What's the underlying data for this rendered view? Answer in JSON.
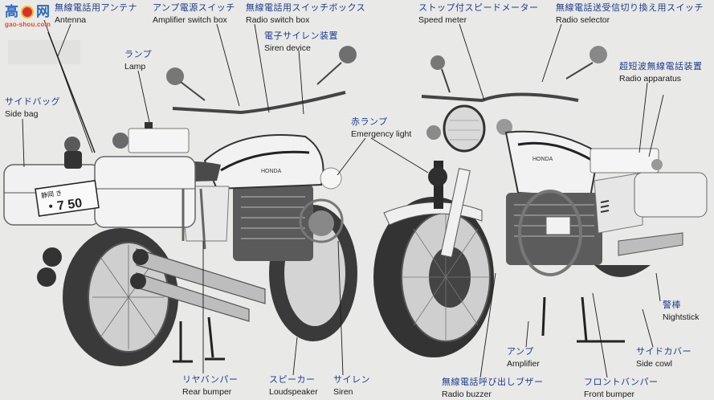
{
  "watermark": {
    "char1": "高",
    "char2": "网",
    "url": "gao-shou.com"
  },
  "diagram": {
    "subject": "Honda police motorcycle (rear 3/4 view and front 3/4 view)",
    "plate": {
      "top": "静岡 き",
      "number": "・7 50"
    },
    "tank_brand": "HONDA",
    "colors": {
      "label_jp": "#1d3c8c",
      "label_en": "#1a1a1a",
      "background": "#e9e9e7"
    }
  },
  "labels": [
    {
      "id": "antenna",
      "jp": "無線電話用アンテナ",
      "en": "Antenna"
    },
    {
      "id": "amplifier-switch-box",
      "jp": "アンプ電源スイッチ",
      "en": "Amplifier switch box"
    },
    {
      "id": "radio-switch-box",
      "jp": "無線電話用スイッチボックス",
      "en": "Radio switch box"
    },
    {
      "id": "siren-device",
      "jp": "電子サイレン装置",
      "en": "Siren device"
    },
    {
      "id": "lamp",
      "jp": "ランプ",
      "en": "Lamp"
    },
    {
      "id": "side-bag",
      "jp": "サイドバッグ",
      "en": "Side bag"
    },
    {
      "id": "emergency-light",
      "jp": "赤ランプ",
      "en": "Emergency light"
    },
    {
      "id": "speed-meter",
      "jp": "ストップ付スピードメーター",
      "en": "Speed meter"
    },
    {
      "id": "radio-selector",
      "jp": "無線電話送受信切り換え用スイッチ",
      "en": "Radio selector"
    },
    {
      "id": "radio-apparatus",
      "jp": "超短波無線電話装置",
      "en": "Radio apparatus"
    },
    {
      "id": "nightstick",
      "jp": "警棒",
      "en": "Nightstick"
    },
    {
      "id": "side-cowl",
      "jp": "サイドカバー",
      "en": "Side cowl"
    },
    {
      "id": "amplifier",
      "jp": "アンプ",
      "en": "Amplifier"
    },
    {
      "id": "front-bumper",
      "jp": "フロントバンパー",
      "en": "Front bumper"
    },
    {
      "id": "radio-buzzer",
      "jp": "無線電話呼び出しブザー",
      "en": "Radio buzzer"
    },
    {
      "id": "rear-bumper",
      "jp": "リヤバンパー",
      "en": "Rear bumper"
    },
    {
      "id": "loudspeaker",
      "jp": "スピーカー",
      "en": "Loudspeaker"
    },
    {
      "id": "siren",
      "jp": "サイレン",
      "en": "Siren"
    }
  ]
}
